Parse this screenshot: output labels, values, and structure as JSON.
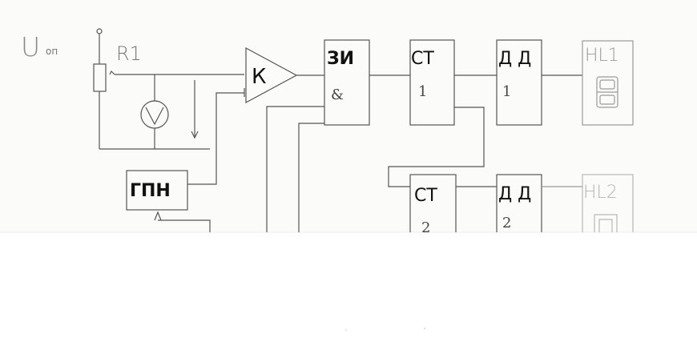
{
  "labels": {
    "u": "U",
    "u_sub": "оп",
    "r1": "R1",
    "k": "К",
    "zi": "ЗИ",
    "zi_and": "&",
    "ct1": "СТ",
    "ct1_num": "1",
    "dd1": "Д Д",
    "dd1_num": "1",
    "hl1": "HL1",
    "gpn": "ГПН",
    "ct2": "СТ",
    "ct2_num": "2",
    "dd2": "Д Д",
    "dd2_num": "2",
    "hl2": "HL2"
  },
  "colors": {
    "ink": "#555555",
    "ink_dark": "#1a1a1a",
    "ink_faint": "#8a8a8a",
    "ink_veryfaint": "#b0b0b0",
    "paper": "#fbfbfa"
  }
}
